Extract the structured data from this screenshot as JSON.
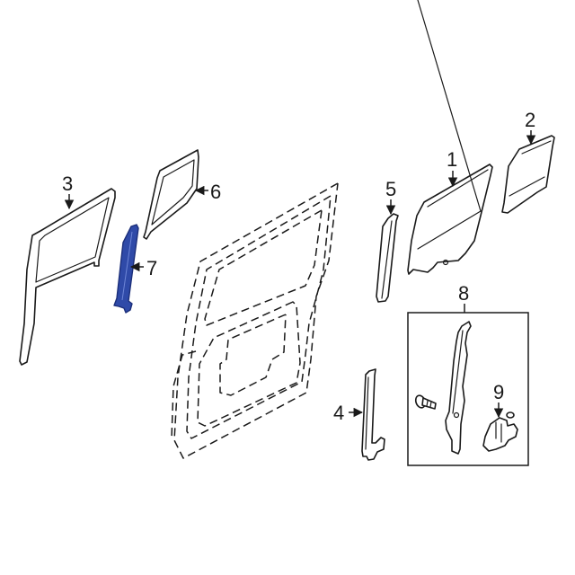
{
  "diagram": {
    "type": "exploded-parts-diagram",
    "subject": "Rear door window glass and regulator components",
    "highlight_color": "#2f4aa8",
    "line_color": "#1a1a1a",
    "background": "#ffffff",
    "callouts": [
      {
        "id": "1",
        "label": "1",
        "part": "Door glass (main)"
      },
      {
        "id": "2",
        "label": "2",
        "part": "Quarter / vent glass"
      },
      {
        "id": "3",
        "label": "3",
        "part": "Glass run channel / frame"
      },
      {
        "id": "4",
        "label": "4",
        "part": "Rear lower channel"
      },
      {
        "id": "5",
        "label": "5",
        "part": "Division bar"
      },
      {
        "id": "6",
        "label": "6",
        "part": "Front lower channel (highlighted)",
        "highlighted": true
      },
      {
        "id": "7",
        "label": "7",
        "part": "Quarter glass weatherstrip"
      },
      {
        "id": "8",
        "label": "8",
        "part": "Window regulator assembly"
      },
      {
        "id": "9",
        "label": "9",
        "part": "Regulator motor"
      }
    ],
    "reference_outline": "Rear door (dashed reference outline)"
  }
}
